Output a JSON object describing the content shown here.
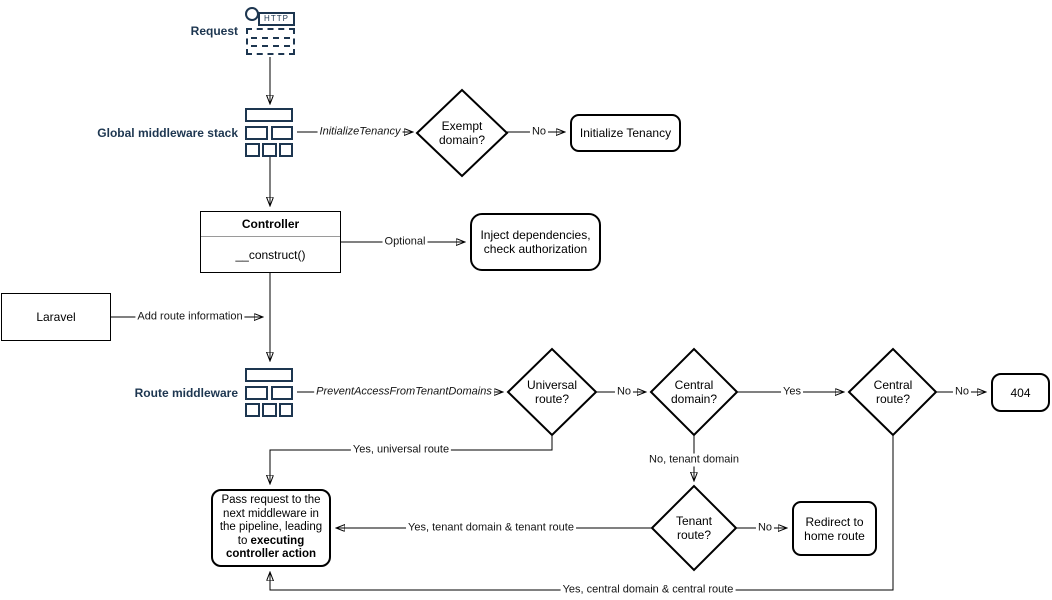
{
  "colors": {
    "accent_navy": "#1d3650",
    "line": "#000000",
    "background": "#ffffff"
  },
  "nodes": {
    "request": {
      "label": "Request"
    },
    "http_icon": {
      "label": "HTTP"
    },
    "global_middleware": {
      "label": "Global middleware stack"
    },
    "exempt_domain": {
      "label": "Exempt domain?"
    },
    "initialize_tenancy": {
      "label": "Initialize Tenancy"
    },
    "controller": {
      "title": "Controller",
      "method": "__construct()"
    },
    "inject_dependencies": {
      "label": "Inject dependencies, check authorization"
    },
    "laravel": {
      "label": "Laravel"
    },
    "route_middleware": {
      "label": "Route middleware"
    },
    "universal_route": {
      "label": "Universal route?"
    },
    "central_domain": {
      "label": "Central domain?"
    },
    "central_route": {
      "label": "Central route?"
    },
    "not_found": {
      "label": "404"
    },
    "tenant_route": {
      "label": "Tenant route?"
    },
    "redirect_home": {
      "label": "Redirect to home route"
    },
    "pass_request": {
      "text_pre": "Pass request to the next middleware in the pipeline, leading to ",
      "text_bold": "executing controller action"
    }
  },
  "edge_labels": {
    "initialize_tenancy_mw": "InitializeTenancy",
    "exempt_no": "No",
    "optional": "Optional",
    "add_route_information": "Add route information",
    "prevent_access": "PreventAccessFromTenantDomains",
    "universal_no": "No",
    "central_domain_yes": "Yes",
    "central_route_no": "No",
    "yes_universal_route": "Yes, universal route",
    "no_tenant_domain": "No, tenant domain",
    "yes_tenant_domain_route": "Yes, tenant domain & tenant route",
    "tenant_no": "No",
    "yes_central_domain_route": "Yes, central domain & central route"
  }
}
